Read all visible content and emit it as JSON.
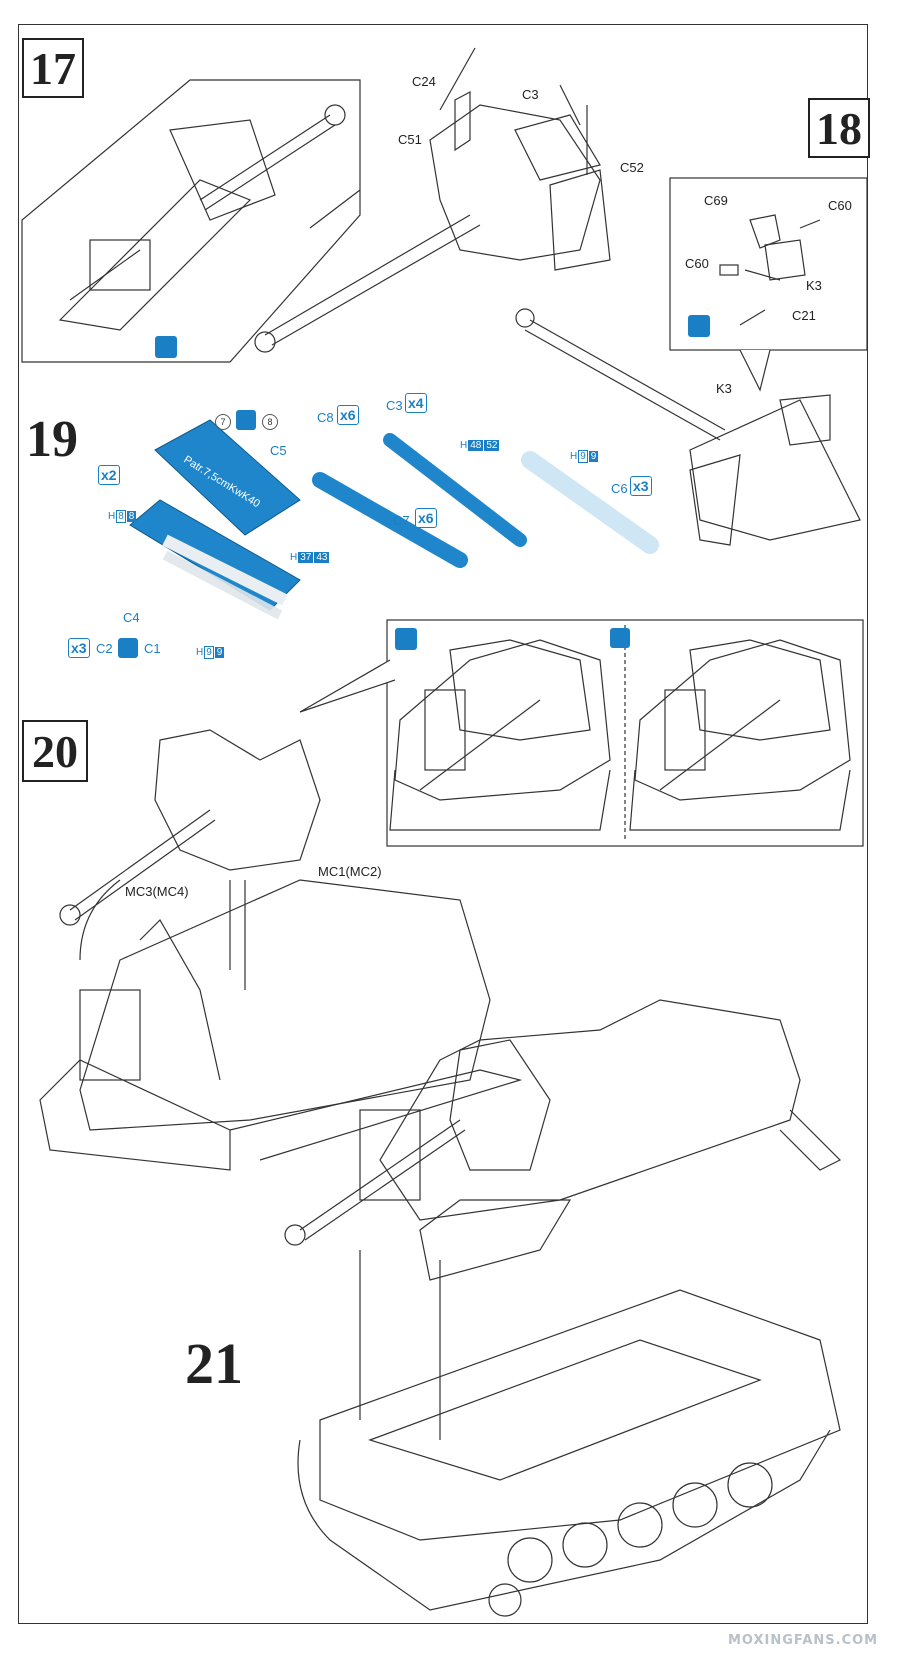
{
  "steps": {
    "s17": {
      "number": "17"
    },
    "s18": {
      "number": "18"
    },
    "s19": {
      "number": "19"
    },
    "s20": {
      "number": "20"
    },
    "s21": {
      "number": "21"
    }
  },
  "labels17": {
    "c24": "C24",
    "c3": "C3",
    "c51": "C51",
    "c52": "C52"
  },
  "labels18": {
    "c69": "C69",
    "c60a": "C60",
    "c60b": "C60",
    "k3": "K3",
    "c21": "C21",
    "k3_main": "K3"
  },
  "labels19": {
    "c5": "C5",
    "c4": "C4",
    "c2": "C2",
    "c1": "C1",
    "c8": "C8",
    "c3": "C3",
    "c7": "C7",
    "c6": "C6",
    "circle7": "7",
    "circle8": "8",
    "crate_text": "Patr.7,5cmKwK40",
    "qty_x2": "x2",
    "qty_x3": "x3",
    "qty_c8": "x6",
    "qty_c3": "x4",
    "qty_c7": "x6",
    "qty_c6": "x3",
    "h_8": "H",
    "h_8_a": "8",
    "h_8_b": "8",
    "h_37": "H",
    "h_37_a": "37",
    "h_37_b": "43",
    "h_9a": "H",
    "h_9a_a": "9",
    "h_9a_b": "9",
    "h_48": "H",
    "h_48_a": "48",
    "h_48_b": "52",
    "h_9b": "H",
    "h_9b_a": "9",
    "h_9b_b": "9"
  },
  "labels20": {
    "mc1": "MC1(MC2)",
    "mc3": "MC3(MC4)"
  },
  "watermark": "MOXINGFANS.COM",
  "colors": {
    "accent": "#1a7fc4",
    "part_blue": "#1f86cc",
    "light_blue": "#cfe6f5",
    "line": "#333333"
  }
}
